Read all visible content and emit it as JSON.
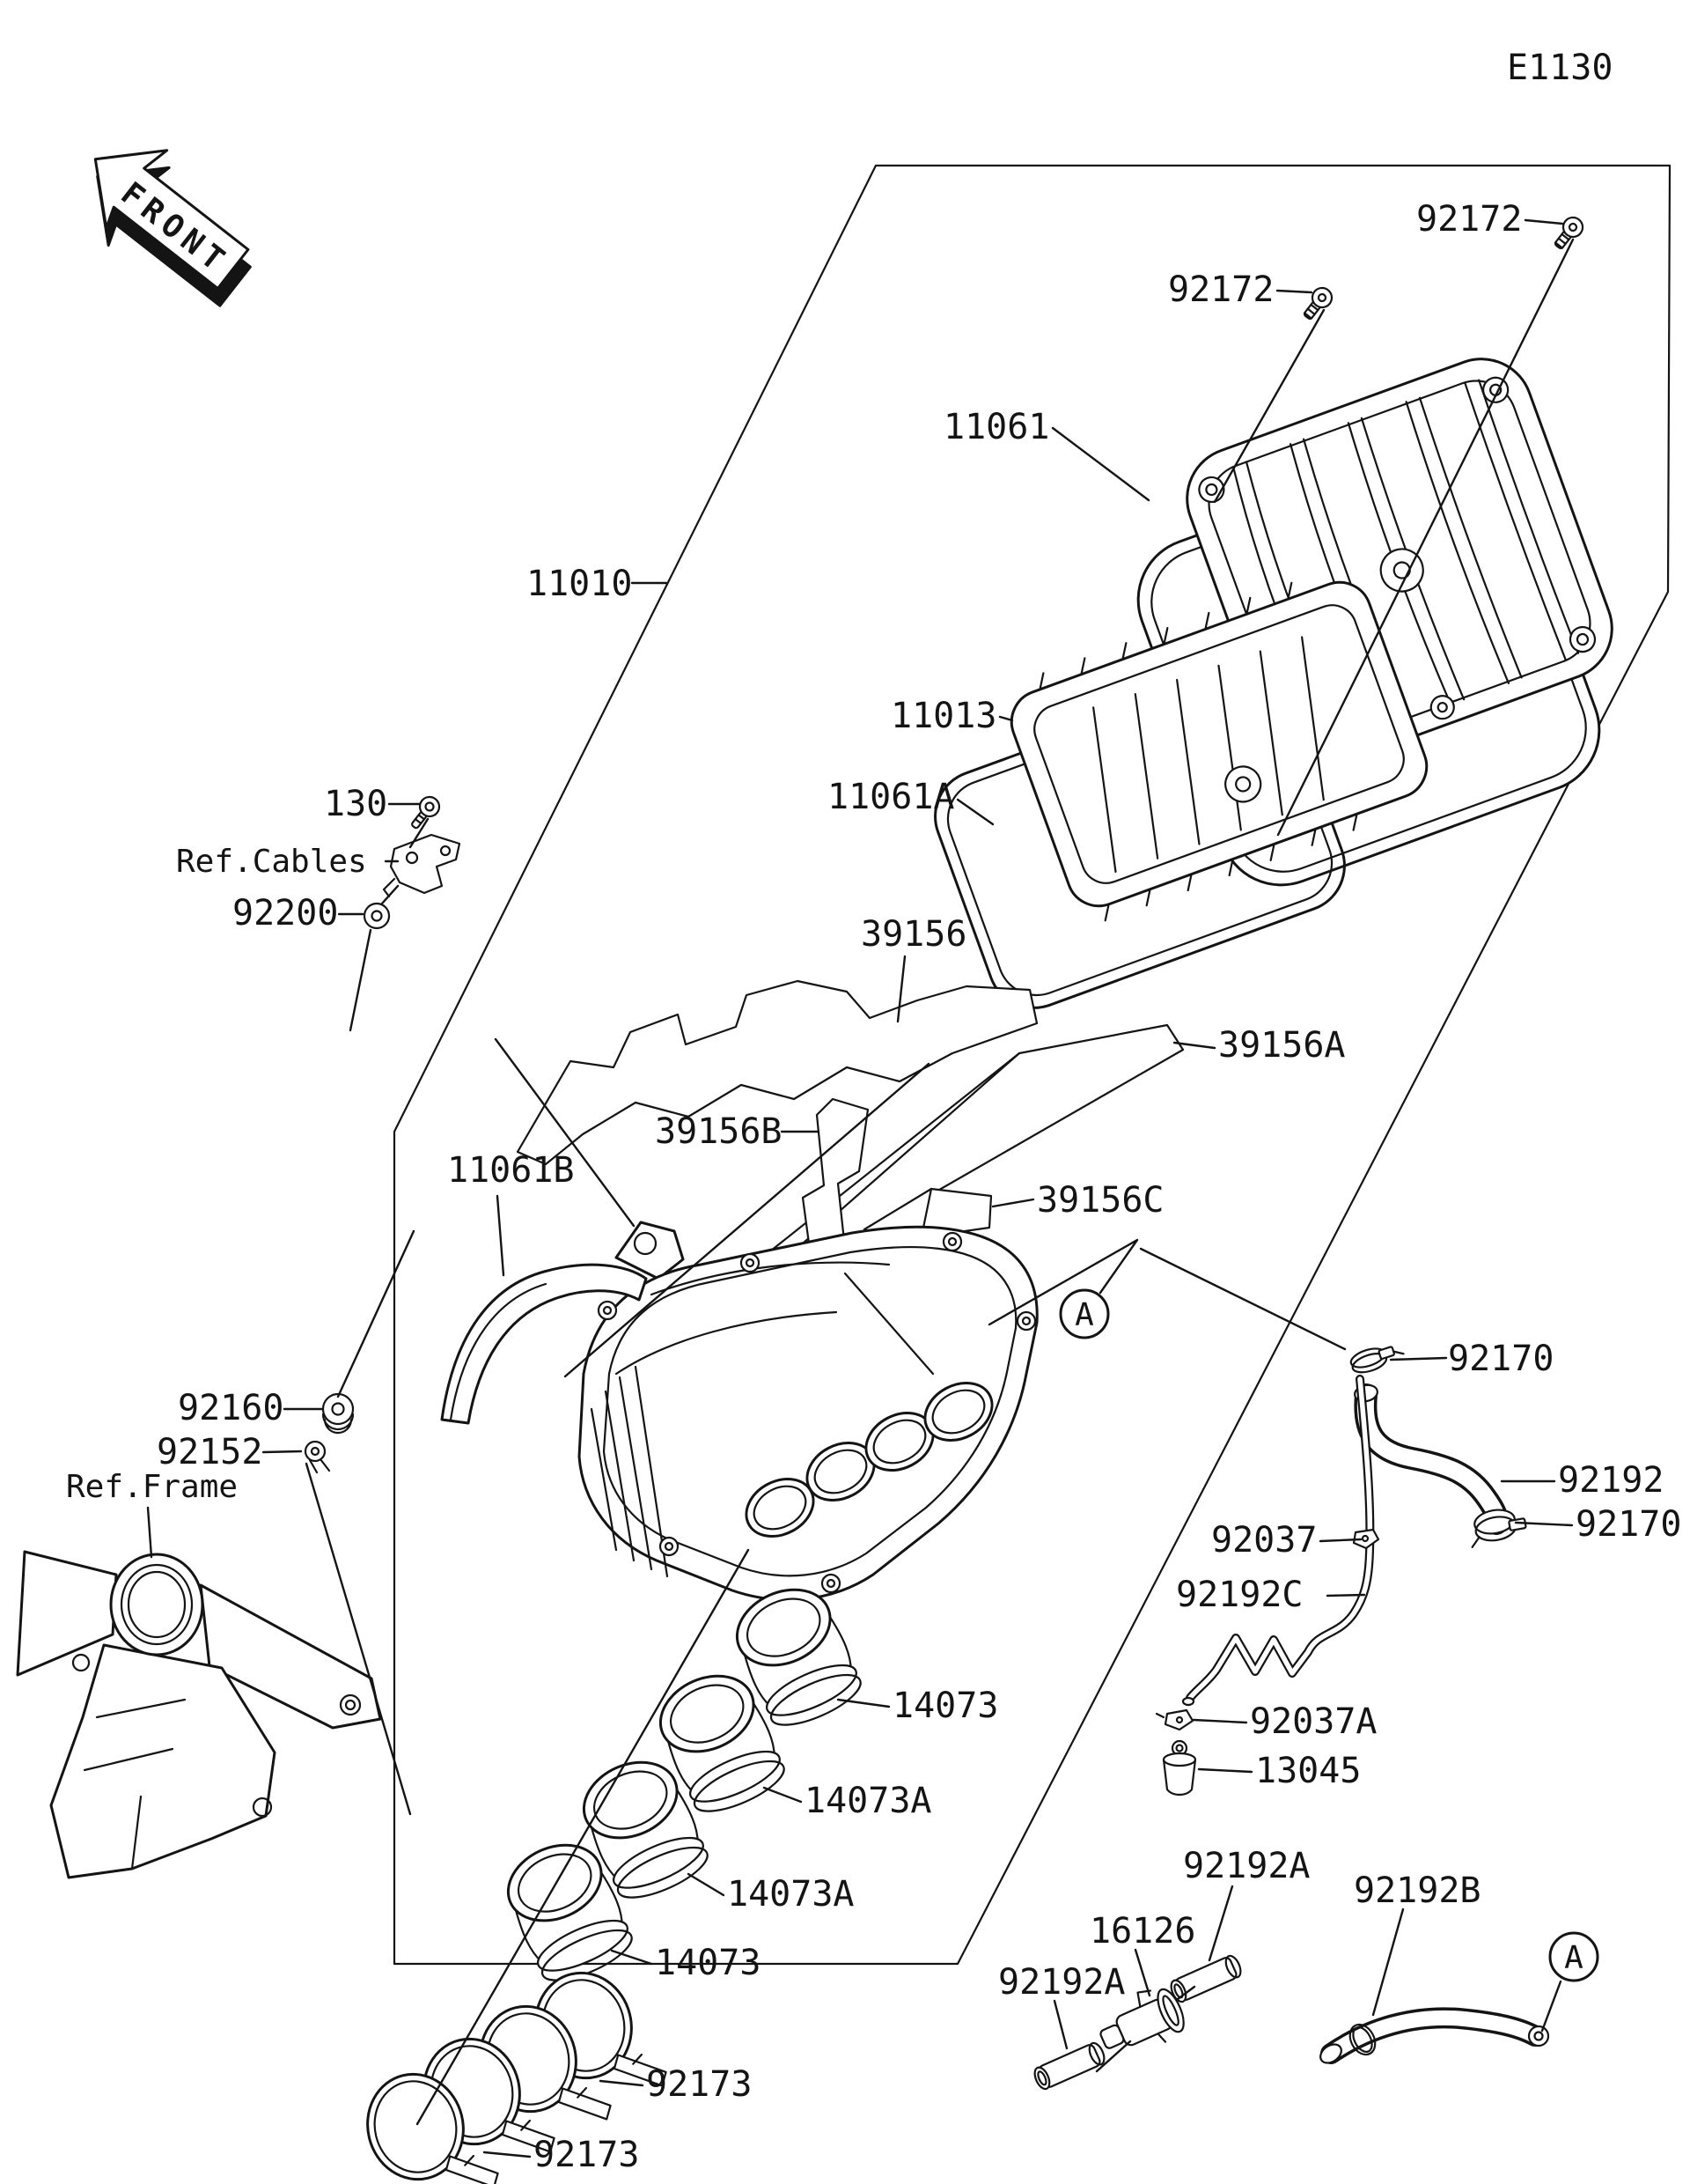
{
  "page": {
    "background": "#ffffff",
    "ink": "#141414"
  },
  "header": {
    "diagram_code": "E1130",
    "front_marker": "FRONT"
  },
  "callouts": {
    "section_a": "A"
  },
  "labels": [
    {
      "text": "E1130"
    },
    {
      "text": "92172"
    },
    {
      "text": "92172"
    },
    {
      "text": "11061"
    },
    {
      "text": "11010"
    },
    {
      "text": "11013"
    },
    {
      "text": "11061A"
    },
    {
      "text": "39156"
    },
    {
      "text": "39156A"
    },
    {
      "text": "130"
    },
    {
      "text": "Ref.Cables"
    },
    {
      "text": "92200"
    },
    {
      "text": "39156B"
    },
    {
      "text": "11061B"
    },
    {
      "text": "39156C"
    },
    {
      "text": "92170"
    },
    {
      "text": "92192"
    },
    {
      "text": "92170"
    },
    {
      "text": "92160"
    },
    {
      "text": "92152"
    },
    {
      "text": "92037"
    },
    {
      "text": "92192C"
    },
    {
      "text": "Ref.Frame"
    },
    {
      "text": "14073"
    },
    {
      "text": "92037A"
    },
    {
      "text": "13045"
    },
    {
      "text": "14073A"
    },
    {
      "text": "14073A"
    },
    {
      "text": "92192A"
    },
    {
      "text": "92192B"
    },
    {
      "text": "14073"
    },
    {
      "text": "16126"
    },
    {
      "text": "92192A"
    },
    {
      "text": "92173"
    },
    {
      "text": "92173"
    },
    {
      "text": "A"
    },
    {
      "text": "A"
    },
    {
      "text": "FRONT"
    }
  ]
}
